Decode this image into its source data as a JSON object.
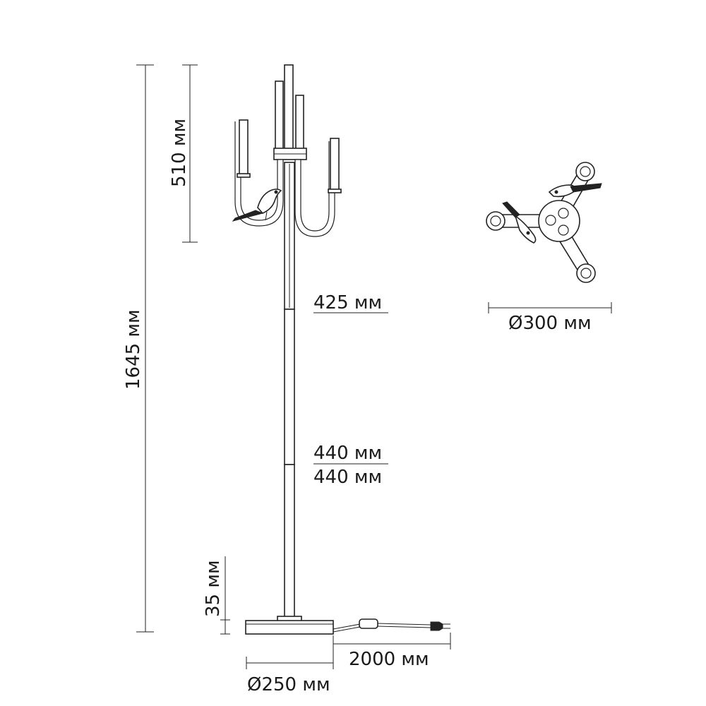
{
  "dimensions": {
    "total_height": "1645 мм",
    "top_height": "510 мм",
    "upper_rod": "425 мм",
    "middle_rod_top": "440 мм",
    "middle_rod_bottom": "440 мм",
    "base_height": "35 мм",
    "cord_length": "2000 мм",
    "base_diameter": "Ø250 мм",
    "top_diameter": "Ø300 мм"
  },
  "colors": {
    "line": "#222222",
    "background": "#ffffff"
  }
}
